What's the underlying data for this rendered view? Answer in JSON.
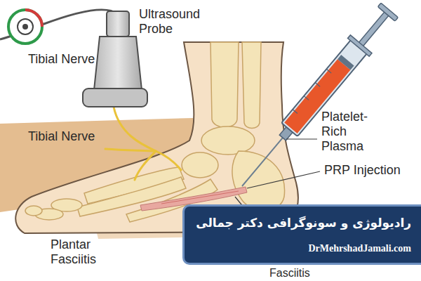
{
  "diagram": {
    "nodes": [
      {
        "text": [
          "رادیولوژی و سونوگرافی دکتر جمالی",
          "DrMehrshadJamali.com"
        ]
      }
    ],
    "labels": [
      "Ultrasound Probe",
      "Tibial Nerve",
      "Tibial Nerve",
      "Platelet-Rich Plasma",
      "PRP Injection",
      "Plantar Fasciitis",
      "Fasciitis"
    ]
  }
}
